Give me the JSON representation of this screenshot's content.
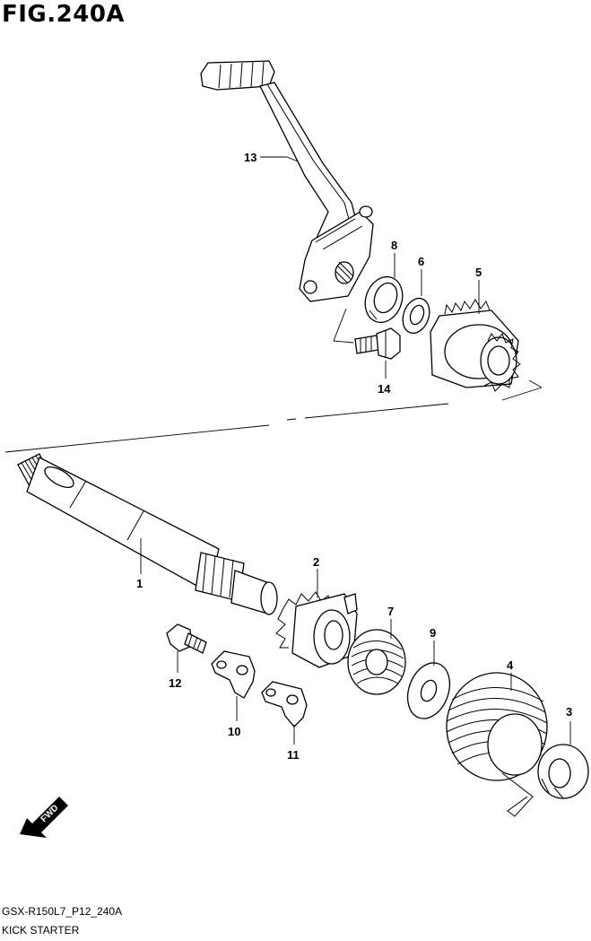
{
  "figure": {
    "title": "FIG.240A",
    "code": "GSX-R150L7_P12_240A",
    "name": "KICK STARTER"
  },
  "fwd_label": "FWD",
  "callouts": {
    "c1": "1",
    "c2": "2",
    "c3": "3",
    "c4": "4",
    "c5": "5",
    "c6": "6",
    "c7": "7",
    "c8": "8",
    "c9": "9",
    "c10": "10",
    "c11": "11",
    "c12": "12",
    "c13": "13",
    "c14": "14"
  }
}
